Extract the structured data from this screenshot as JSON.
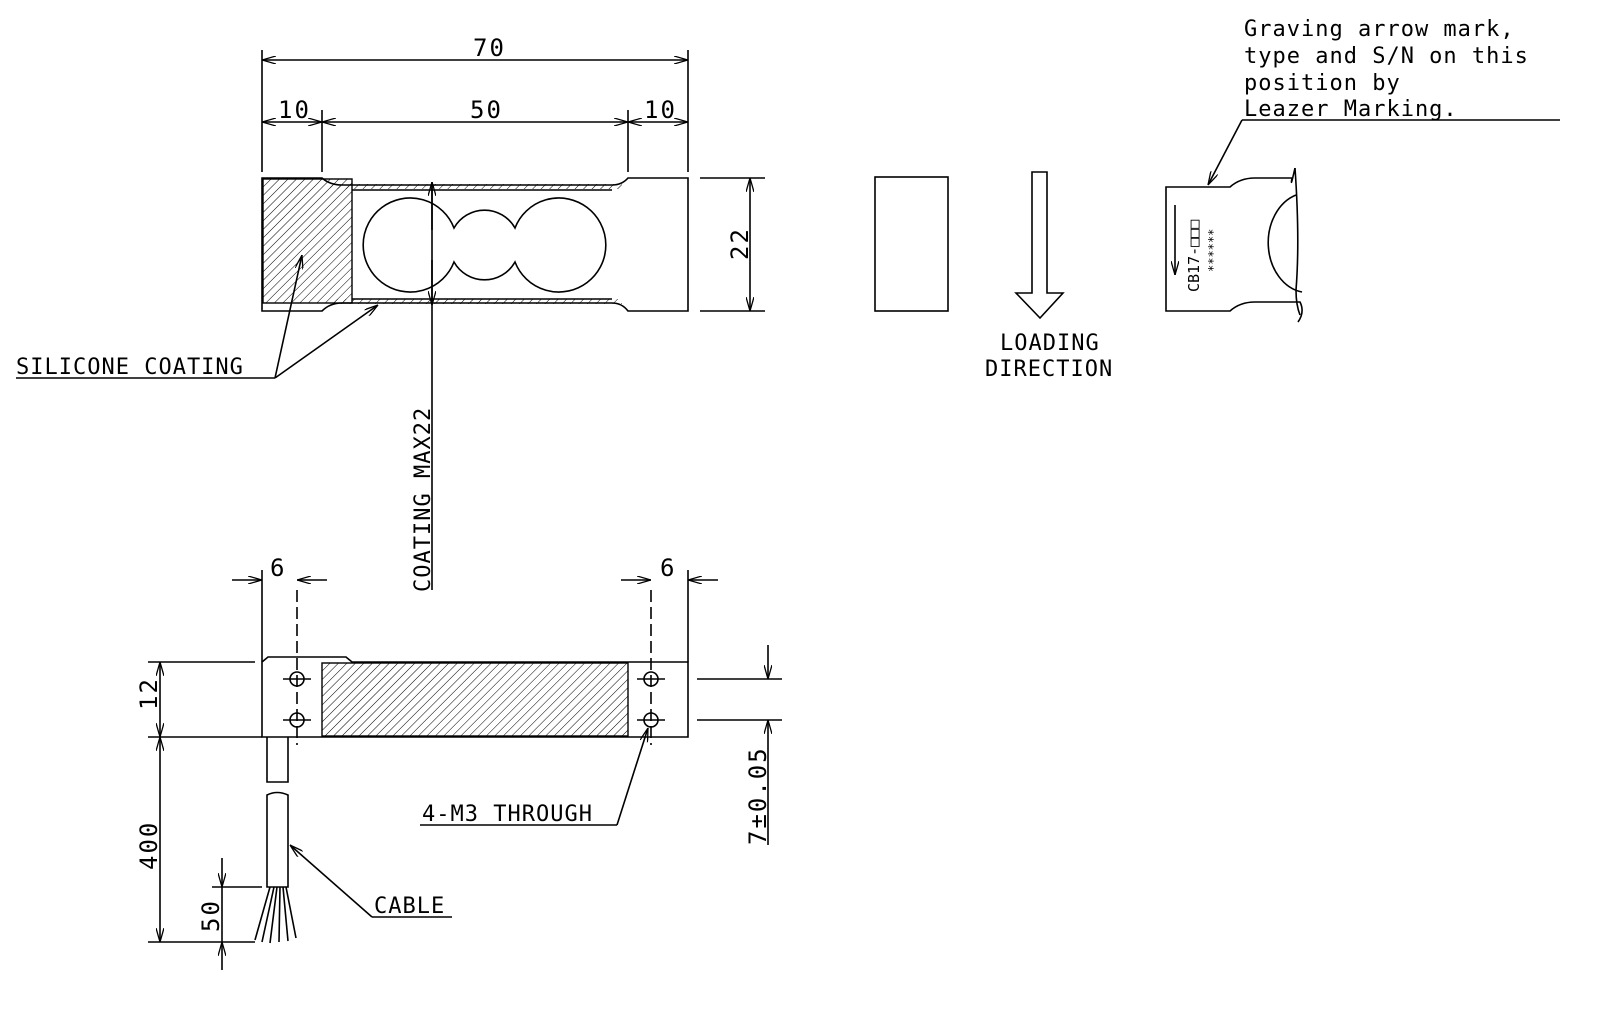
{
  "dimensions": {
    "overall_length": "70",
    "end_left": "10",
    "middle": "50",
    "end_right": "10",
    "height": "22",
    "hole_offset_left": "6",
    "hole_offset_right": "6",
    "width": "12",
    "cable_length": "400",
    "wire_strip": "50",
    "hole_pitch": "7±0.05"
  },
  "labels": {
    "silicone_coating": "SILICONE COATING",
    "coating_max": "COATING MAX22",
    "loading_direction_1": "LOADING",
    "loading_direction_2": "DIRECTION",
    "through_holes": "4-M3 THROUGH",
    "cable": "CABLE",
    "marking_note": [
      "Graving arrow mark,",
      "type and S/N on this",
      "position by",
      "Leazer Marking."
    ],
    "type_marking": "CB17-□□□",
    "serial_marking": "******"
  }
}
